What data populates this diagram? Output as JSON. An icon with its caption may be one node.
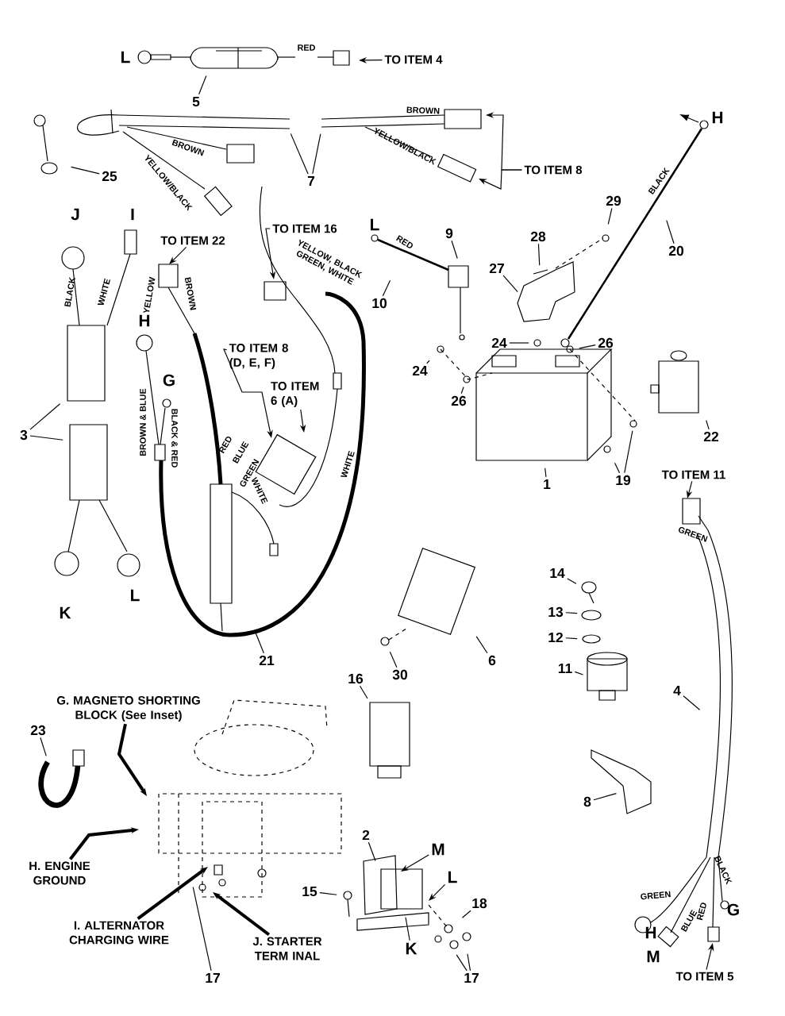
{
  "diagram": {
    "nodes": [
      {
        "text": [
          "5"
        ]
      },
      {
        "text": [
          "TO ITEM 4"
        ]
      },
      {
        "text": [
          "7"
        ]
      },
      {
        "text": [
          "25"
        ]
      },
      {
        "text": [
          "TO ITEM 8"
        ]
      },
      {
        "text": [
          "TO ITEM 16"
        ]
      },
      {
        "text": [
          "TO ITEM 22"
        ]
      },
      {
        "text": [
          "TO ITEM 8 (D, E, F)"
        ]
      },
      {
        "text": [
          "TO ITEM 6 (A)"
        ]
      },
      {
        "text": [
          "3"
        ]
      },
      {
        "text": [
          "21"
        ]
      },
      {
        "text": [
          "9"
        ]
      },
      {
        "text": [
          "10"
        ]
      },
      {
        "text": [
          "28"
        ]
      },
      {
        "text": [
          "27"
        ]
      },
      {
        "text": [
          "29"
        ]
      },
      {
        "text": [
          "20"
        ]
      },
      {
        "text": [
          "24"
        ]
      },
      {
        "text": [
          "26"
        ]
      },
      {
        "text": [
          "24"
        ]
      },
      {
        "text": [
          "26"
        ]
      },
      {
        "text": [
          "1"
        ]
      },
      {
        "text": [
          "19"
        ]
      },
      {
        "text": [
          "22"
        ]
      },
      {
        "text": [
          "TO ITEM 11"
        ]
      },
      {
        "text": [
          "14"
        ]
      },
      {
        "text": [
          "13"
        ]
      },
      {
        "text": [
          "12"
        ]
      },
      {
        "text": [
          "11"
        ]
      },
      {
        "text": [
          "4"
        ]
      },
      {
        "text": [
          "8"
        ]
      },
      {
        "text": [
          "6"
        ]
      },
      {
        "text": [
          "30"
        ]
      },
      {
        "text": [
          "16"
        ]
      },
      {
        "text": [
          "23"
        ]
      },
      {
        "text": [
          "G. MAGNETO SHORTING BLOCK (See Inset)"
        ]
      },
      {
        "text": [
          "H. ENGINE GROUND"
        ]
      },
      {
        "text": [
          "I. ALTERNATOR CHARGING WIRE"
        ]
      },
      {
        "text": [
          "J. STARTER TERM INAL"
        ]
      },
      {
        "text": [
          "17"
        ]
      },
      {
        "text": [
          "2"
        ]
      },
      {
        "text": [
          "15"
        ]
      },
      {
        "text": [
          "M"
        ]
      },
      {
        "text": [
          "L"
        ]
      },
      {
        "text": [
          "K"
        ]
      },
      {
        "text": [
          "18"
        ]
      },
      {
        "text": [
          "17"
        ]
      },
      {
        "text": [
          "TO ITEM 5"
        ]
      }
    ],
    "edges": [
      {
        "from": 0,
        "to": null,
        "arrow": "none"
      },
      {
        "from": 1,
        "to": null,
        "arrow": "to"
      },
      {
        "from": 2,
        "to": null,
        "arrow": "none"
      },
      {
        "from": 2,
        "to": null,
        "arrow": "none"
      },
      {
        "from": 3,
        "to": null,
        "arrow": "none"
      },
      {
        "from": 4,
        "to": null,
        "arrow": "to"
      },
      {
        "from": 4,
        "to": null,
        "arrow": "to"
      },
      {
        "from": 5,
        "to": null,
        "arrow": "to"
      },
      {
        "from": 6,
        "to": null,
        "arrow": "to"
      },
      {
        "from": 7,
        "to": null,
        "arrow": "to"
      },
      {
        "from": 8,
        "to": null,
        "arrow": "to"
      },
      {
        "from": 9,
        "to": null,
        "arrow": "none"
      },
      {
        "from": 9,
        "to": null,
        "arrow": "none"
      },
      {
        "from": 10,
        "to": null,
        "arrow": "none"
      },
      {
        "from": 11,
        "to": null,
        "arrow": "none"
      },
      {
        "from": 12,
        "to": null,
        "arrow": "none"
      },
      {
        "from": 13,
        "to": null,
        "arrow": "none"
      },
      {
        "from": 14,
        "to": null,
        "arrow": "none"
      },
      {
        "from": 15,
        "to": null,
        "arrow": "none"
      },
      {
        "from": 16,
        "to": null,
        "arrow": "none"
      },
      {
        "from": 17,
        "to": null,
        "arrow": "none"
      },
      {
        "from": 18,
        "to": null,
        "arrow": "none"
      },
      {
        "from": 19,
        "to": null,
        "arrow": "none"
      },
      {
        "from": 20,
        "to": null,
        "arrow": "none"
      },
      {
        "from": 21,
        "to": null,
        "arrow": "none"
      },
      {
        "from": 22,
        "to": null,
        "arrow": "none"
      },
      {
        "from": 22,
        "to": null,
        "arrow": "none"
      },
      {
        "from": 23,
        "to": null,
        "arrow": "none"
      },
      {
        "from": 24,
        "to": null,
        "arrow": "to"
      },
      {
        "from": 25,
        "to": null,
        "arrow": "none"
      },
      {
        "from": 26,
        "to": null,
        "arrow": "none"
      },
      {
        "from": 27,
        "to": null,
        "arrow": "none"
      },
      {
        "from": 28,
        "to": null,
        "arrow": "none"
      },
      {
        "from": 29,
        "to": null,
        "arrow": "none"
      },
      {
        "from": 30,
        "to": null,
        "arrow": "none"
      },
      {
        "from": 31,
        "to": null,
        "arrow": "none"
      },
      {
        "from": 32,
        "to": null,
        "arrow": "none"
      },
      {
        "from": 33,
        "to": null,
        "arrow": "none"
      },
      {
        "from": 34,
        "to": null,
        "arrow": "none"
      },
      {
        "from": 35,
        "to": null,
        "arrow": "to",
        "style": "thick"
      },
      {
        "from": 36,
        "to": null,
        "arrow": "to",
        "style": "thick"
      },
      {
        "from": 37,
        "to": null,
        "arrow": "to",
        "style": "thick"
      },
      {
        "from": 38,
        "to": null,
        "arrow": "to",
        "style": "thick"
      },
      {
        "from": 39,
        "to": null,
        "arrow": "none"
      },
      {
        "from": 40,
        "to": null,
        "arrow": "none"
      },
      {
        "from": 41,
        "to": null,
        "arrow": "none"
      },
      {
        "from": 42,
        "to": null,
        "arrow": "to"
      },
      {
        "from": 43,
        "to": null,
        "arrow": "to"
      },
      {
        "from": 44,
        "to": null,
        "arrow": "none"
      },
      {
        "from": 45,
        "to": null,
        "arrow": "none"
      },
      {
        "from": 46,
        "to": null,
        "arrow": "none"
      },
      {
        "from": 46,
        "to": null,
        "arrow": "none"
      },
      {
        "from": 47,
        "to": null,
        "arrow": "to"
      }
    ],
    "labels": [
      "L",
      "RED",
      "BROWN",
      "BROWN",
      "YELLOW/BLACK",
      "YELLOW/BLACK",
      "J",
      "I",
      "BLACK",
      "WHITE",
      "YELLOW",
      "BROWN",
      "YELLOW, BLACK GREEN, WHITE",
      "L",
      "RED",
      "BLACK",
      "H",
      "H",
      "G",
      "BROWN & BLUE",
      "BLACK & RED",
      "RED",
      "BLUE",
      "GREEN",
      "WHITE",
      "WHITE",
      "K",
      "L",
      "GREEN",
      "BLACK",
      "GREEN",
      "BLUE",
      "RED",
      "H",
      "G",
      "M"
    ]
  }
}
